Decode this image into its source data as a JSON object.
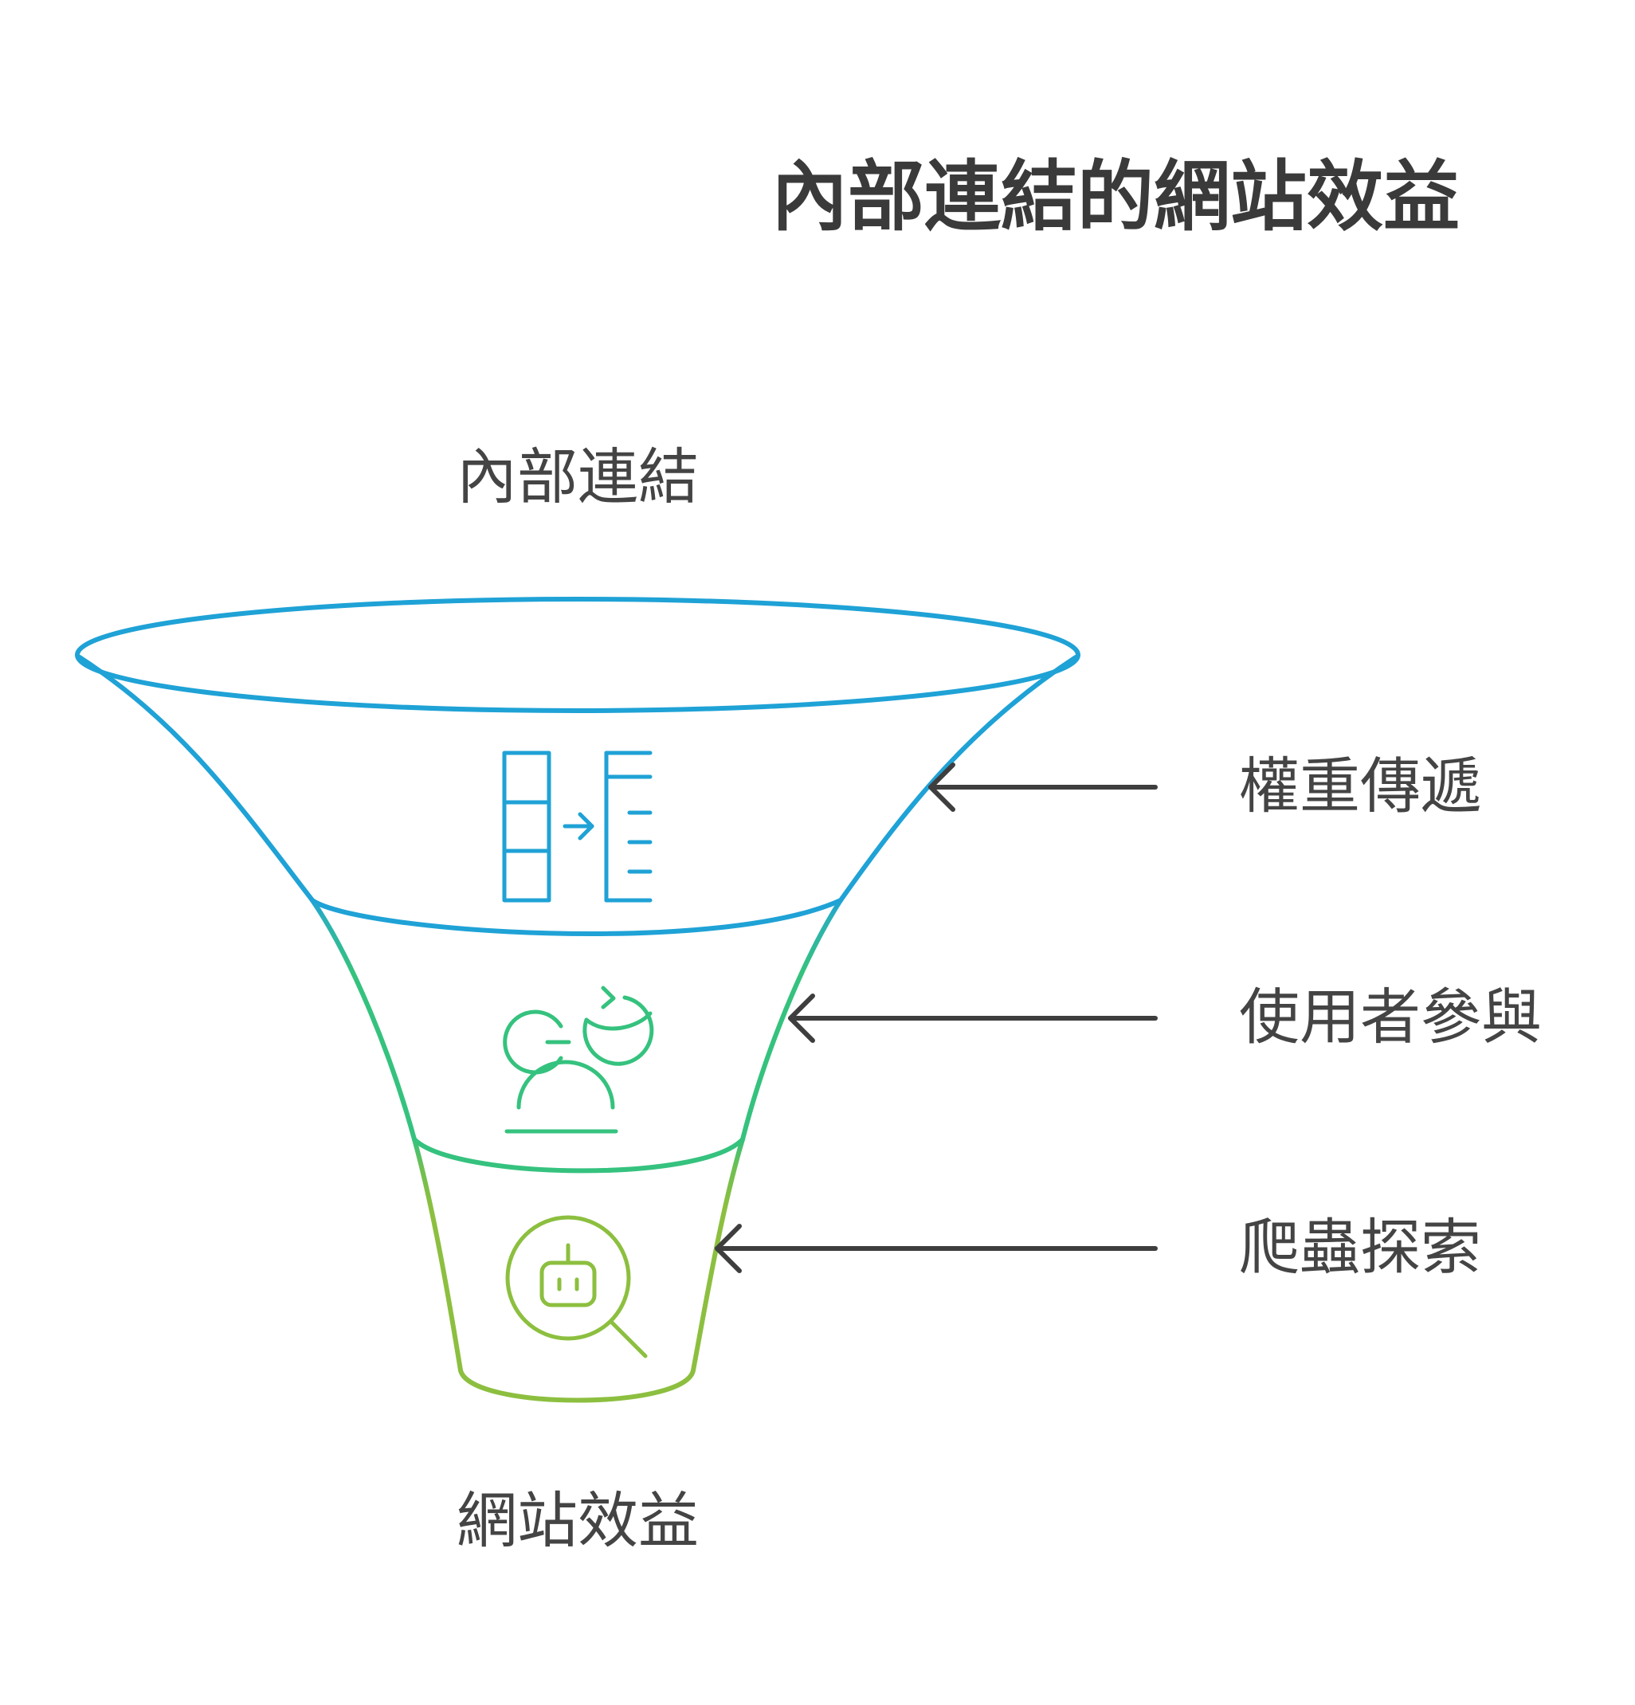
{
  "title": "內部連結的網站效益",
  "funnel": {
    "top_label": "內部連結",
    "bottom_label": "網站效益",
    "stages": [
      {
        "label": "權重傳遞",
        "icon": "link-transfer-icon",
        "color": "#1fa2d6"
      },
      {
        "label": "使用者參與",
        "icon": "user-engagement-icon",
        "color": "#35c27e"
      },
      {
        "label": "爬蟲探索",
        "icon": "crawler-search-icon",
        "color": "#8cbf3f"
      }
    ]
  },
  "arrow_color": "#3e3e3e"
}
